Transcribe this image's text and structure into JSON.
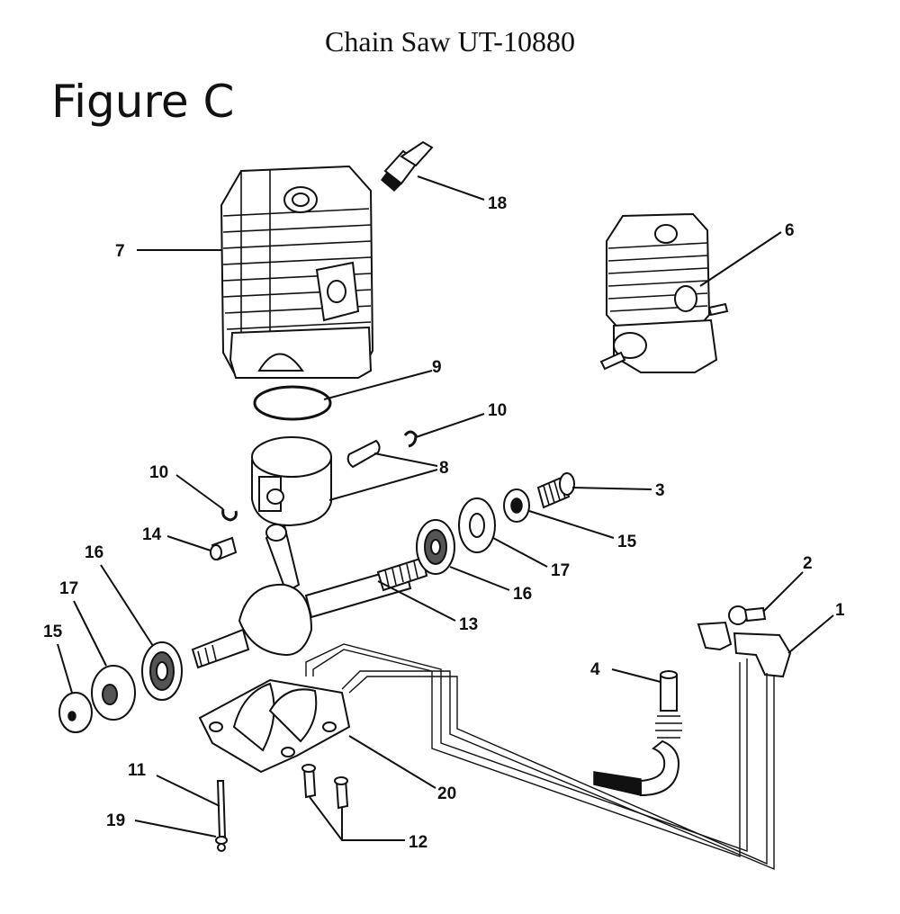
{
  "header": {
    "title": "Chain Saw UT-10880",
    "figure_label": "Figure C"
  },
  "callouts": {
    "c1": "1",
    "c2": "2",
    "c3": "3",
    "c4": "4",
    "c6": "6",
    "c7": "7",
    "c8": "8",
    "c9": "9",
    "c10a": "10",
    "c10b": "10",
    "c11": "11",
    "c12": "12",
    "c13": "13",
    "c14": "14",
    "c15a": "15",
    "c15b": "15",
    "c16a": "16",
    "c16b": "16",
    "c17a": "17",
    "c17b": "17",
    "c18": "18",
    "c19": "19",
    "c20": "20"
  }
}
